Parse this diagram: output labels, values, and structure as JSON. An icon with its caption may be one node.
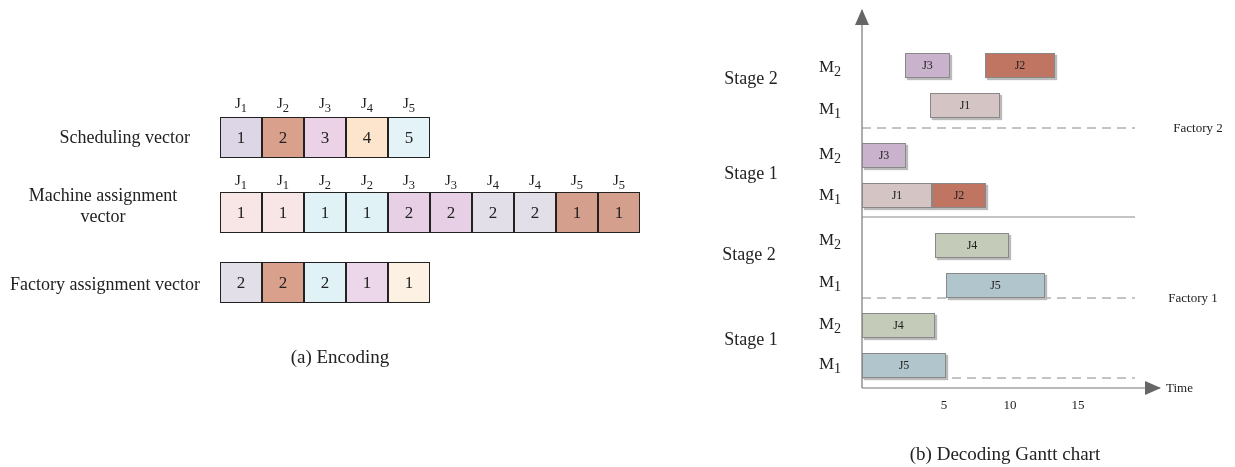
{
  "diagram": {
    "nodes": [
      {
        "text": [
          "1"
        ]
      },
      {
        "text": [
          "2"
        ]
      },
      {
        "text": [
          "3"
        ]
      },
      {
        "text": [
          "4"
        ]
      },
      {
        "text": [
          "5"
        ]
      },
      {
        "text": [
          "1"
        ]
      },
      {
        "text": [
          "1"
        ]
      },
      {
        "text": [
          "1"
        ]
      },
      {
        "text": [
          "1"
        ]
      },
      {
        "text": [
          "2"
        ]
      },
      {
        "text": [
          "2"
        ]
      },
      {
        "text": [
          "2"
        ]
      },
      {
        "text": [
          "2"
        ]
      },
      {
        "text": [
          "1"
        ]
      },
      {
        "text": [
          "1"
        ]
      },
      {
        "text": [
          "2"
        ]
      },
      {
        "text": [
          "2"
        ]
      },
      {
        "text": [
          "2"
        ]
      },
      {
        "text": [
          "1"
        ]
      },
      {
        "text": [
          "1"
        ]
      },
      {
        "text": [
          "J3"
        ]
      },
      {
        "text": [
          "J2"
        ]
      },
      {
        "text": [
          "J1"
        ]
      },
      {
        "text": [
          "J3"
        ]
      },
      {
        "text": [
          "J1"
        ]
      },
      {
        "text": [
          "J2"
        ]
      },
      {
        "text": [
          "J4"
        ]
      },
      {
        "text": [
          "J5"
        ]
      },
      {
        "text": [
          "J4"
        ]
      },
      {
        "text": [
          "J5"
        ]
      }
    ],
    "labels": [
      "J$_{1}$",
      "J$_{2}$",
      "J$_{3}$",
      "J$_{4}$",
      "J$_{5}$",
      "Scheduling vector",
      "J$_{1}$",
      "J$_{1}$",
      "J$_{2}$",
      "J$_{2}$",
      "J$_{3}$",
      "J$_{3}$",
      "J$_{4}$",
      "J$_{4}$",
      "J$_{5}$",
      "J$_{5}$",
      "Machine assignment vector",
      "Factory assignment vector",
      "(a) Encoding",
      "Stage 2",
      "M$_{2}$",
      "M$_{1}$",
      "Factory 2",
      "Stage 1",
      "M$_{2}$",
      "M$_{1}$",
      "Stage 2",
      "M$_{2}$",
      "M$_{1}$",
      "Factory 1",
      "Stage 1",
      "M$_{2}$",
      "M$_{1}$",
      "Time",
      "5",
      "10",
      "15",
      "(b) Decoding Gantt chart"
    ]
  }
}
